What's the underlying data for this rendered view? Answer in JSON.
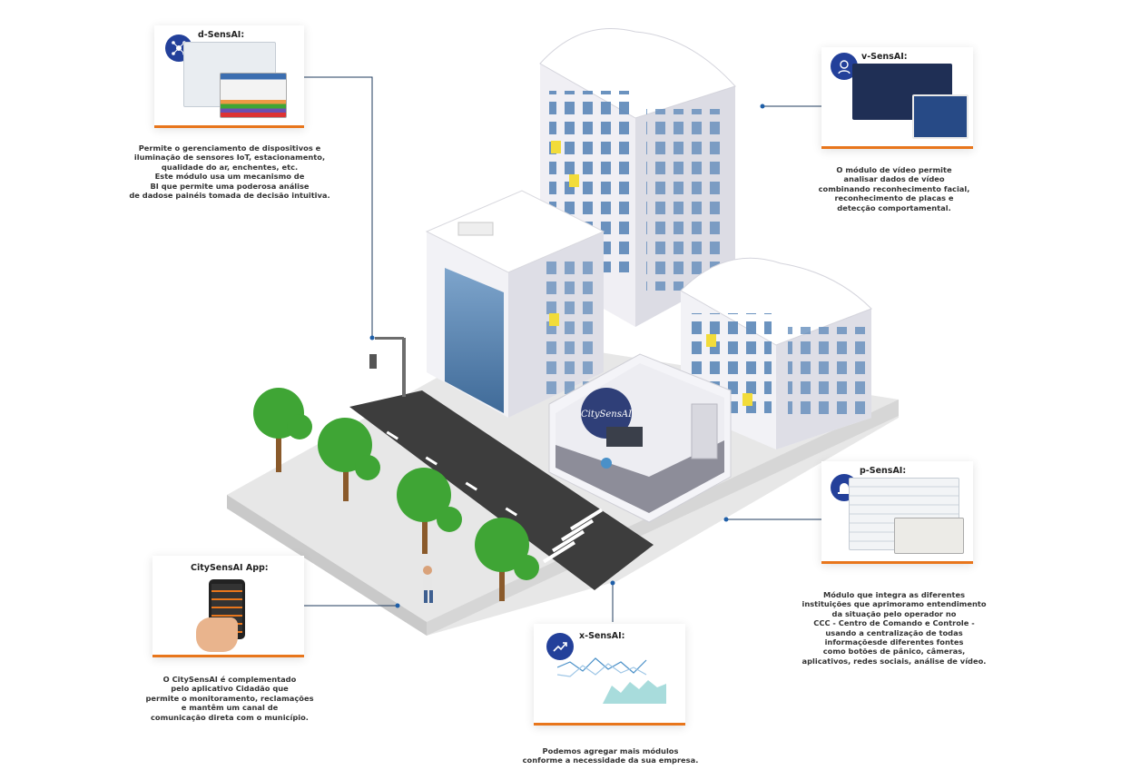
{
  "modules": {
    "d": {
      "title": "d-SensAI:",
      "description": "Permite o gerenciamento de dispositivos e\niluminação de sensores IoT, estacionamento,\nqualidade do ar, enchentes, etc.\nEste módulo usa um mecanismo de\nBI que permite uma poderosa análise\nde dadose painéis tomada de decisão intuitiva.",
      "icon": "iot-network-icon"
    },
    "v": {
      "title": "v-SensAI:",
      "description": "O módulo de vídeo permite\nanalisar dados de vídeo\ncombinando reconhecimento facial,\nreconhecimento de placas e\ndetecção comportamental.",
      "icon": "face-recognition-icon"
    },
    "p": {
      "title": "p-SensAI:",
      "description": "Módulo que integra as diferentes\ninstituições que aprimoramo entendimento\nda situação pelo operador no\nCCC - Centro de Comando e Controle -\nusando a centralização de todas\ninformaçõesde diferentes fontes\ncomo botões de pânico, câmeras,\naplicativos, redes sociais, análise de vídeo.",
      "icon": "alarm-siren-icon"
    },
    "app": {
      "title": "CitySensAI App:",
      "description": "O CitySensAI é complementado\npelo aplicativo Cidadão que\npermite o monitoramento, reclamações\ne mantêm um canal de\ncomunicação direta com o município."
    },
    "x": {
      "title": "x-SensAI:",
      "description": "Podemos agregar mais módulos\nconforme a necessidade da sua empresa.",
      "icon": "growth-chart-icon"
    }
  },
  "scene": {
    "logo_text": "CitySensAI"
  },
  "colors": {
    "accent_orange": "#e8761c",
    "badge_blue": "#23409a",
    "connector": "#1f3b5e",
    "window_blue": "#5b87b8",
    "window_yellow": "#f2dc3a",
    "tree_green": "#3fa535",
    "road": "#3d3d3d"
  }
}
